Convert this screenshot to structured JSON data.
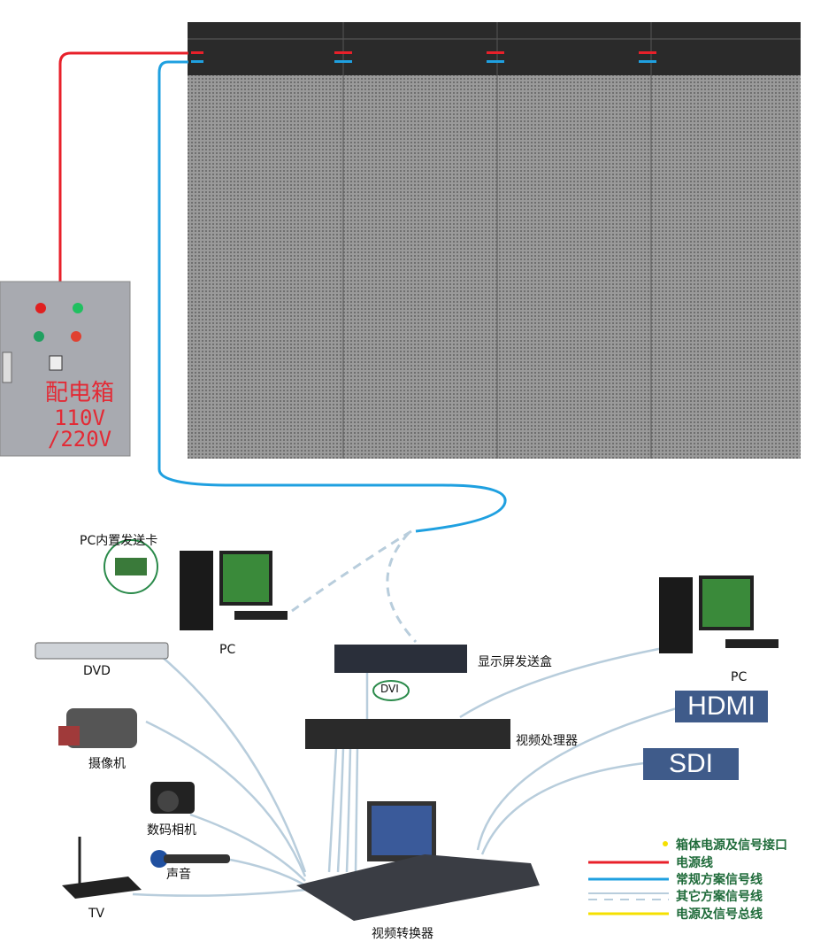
{
  "distribution_box": {
    "title": "配电箱",
    "voltage1": "110V",
    "voltage2": "/220V"
  },
  "devices": {
    "pc_card": "PC内置发送卡",
    "pc_left": "PC",
    "dvd": "DVD",
    "sender_box": "显示屏发送盒",
    "dvi": "DVI",
    "video_processor": "视频处理器",
    "camcorder": "摄像机",
    "digital_camera": "数码相机",
    "audio": "声音",
    "tv": "TV",
    "video_switcher": "视频转换器",
    "pc_right": "PC",
    "hdmi": "HDMI",
    "sdi": "SDI"
  },
  "legend": [
    {
      "label": "箱体电源及信号接口",
      "color": "#f5e000",
      "style": "dot"
    },
    {
      "label": "电源线",
      "color": "#e8202a",
      "style": "solid"
    },
    {
      "label": "常规方案信号线",
      "color": "#1fa0e0",
      "style": "solid"
    },
    {
      "label": "其它方案信号线",
      "color": "#b8c8d8",
      "style": "dashed"
    },
    {
      "label": "电源及信号总线",
      "color": "#f5e000",
      "style": "solid"
    }
  ],
  "colors": {
    "power": "#e8202a",
    "signal": "#1fa0e0",
    "other_signal": "#b8cddc",
    "label_box": "#3f5b8a"
  }
}
